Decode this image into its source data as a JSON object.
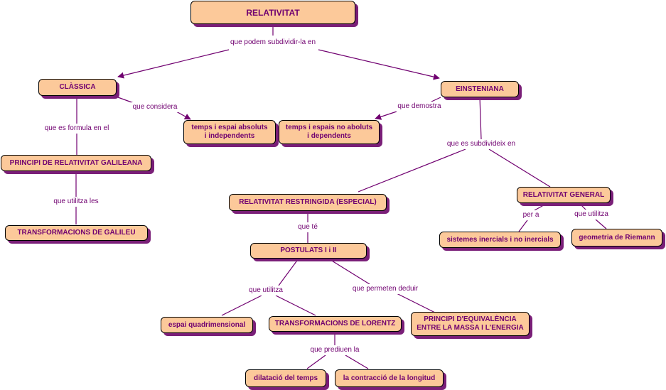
{
  "colors": {
    "node_fill": "#fcc99a",
    "shadow": "#7a1f78",
    "text": "#700070",
    "line": "#700070"
  },
  "nodes": {
    "relativitat": "RELATIVITAT",
    "classica": "CLÀSSICA",
    "einsteniana": "EINSTENIANA",
    "temps_absoluts": "temps i espai absoluts\ni independents",
    "temps_no_absoluts": "temps i espais no aboluts\ni dependents",
    "principi_galileana": "PRINCIPI DE RELATIVITAT GALILEANA",
    "transformacions_galileu": "TRANSFORMACIONS DE GALILEU",
    "restringida": "RELATIVITAT RESTRINGIDA (ESPECIAL)",
    "general": "RELATIVITAT GENERAL",
    "sistemes_inercials": "sistemes inercials i no inercials",
    "riemann": "geometria de Riemann",
    "postulats": "POSTULATS I i II",
    "espai_quadri": "espai quadrimensional",
    "lorentz": "TRANSFORMACIONS DE LORENTZ",
    "equivalencia": "PRINCIPI D'EQUIVALÈNCIA\nENTRE LA MASSA I L'ENERGIA",
    "dilatacio": "dilatació del temps",
    "contraccio": "la contracció de la longitud"
  },
  "links": {
    "subdividir": "que podem subdividir-la en",
    "considera": "que considera",
    "demostra": "que demostra",
    "formula": "que es formula en el",
    "utilitza_les": "que utilitza les",
    "subdivideix": "que es subdivideix en",
    "per_a": "per a",
    "utilitza_general": "que utilitza",
    "te": "que té",
    "utilitza_postulats": "que utilitza",
    "permeten": "que permeten deduir",
    "prediuen": "que prediuen la"
  }
}
